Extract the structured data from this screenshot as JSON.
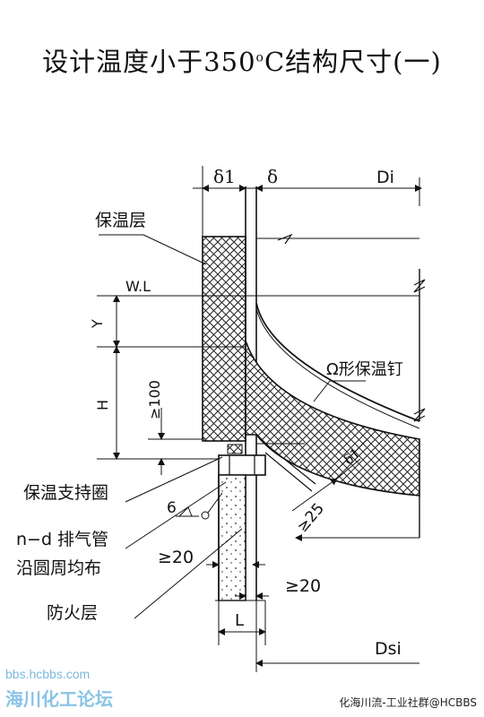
{
  "title": {
    "main": "设计温度小于350",
    "unit_sup": "o",
    "unit": "C",
    "rest": "结构尺寸(一)"
  },
  "dimensions": {
    "delta1": "δ1",
    "delta": "δ",
    "di": "Di",
    "wl": "W.L",
    "y": "Y",
    "h": "H",
    "ge100": "≥100",
    "ge20_left": "≥20",
    "ge20_right": "≥20",
    "ge25": "≥25",
    "six": "6",
    "l": "L",
    "dsi": "Dsi",
    "delta1_small": "δ1"
  },
  "labels": {
    "insulation_layer": "保温层",
    "omega_pin": "Ω形保温钉",
    "support_ring": "保温支持圈",
    "vent_pipe": "n−d 排气管",
    "even_distribution": "沿圆周均布",
    "fireproof_layer": "防火层"
  },
  "watermarks": {
    "site": "bbs.hcbbs.com",
    "forum": "海川化工论坛",
    "credit": "化海川流-工业社群@HCBBS"
  }
}
